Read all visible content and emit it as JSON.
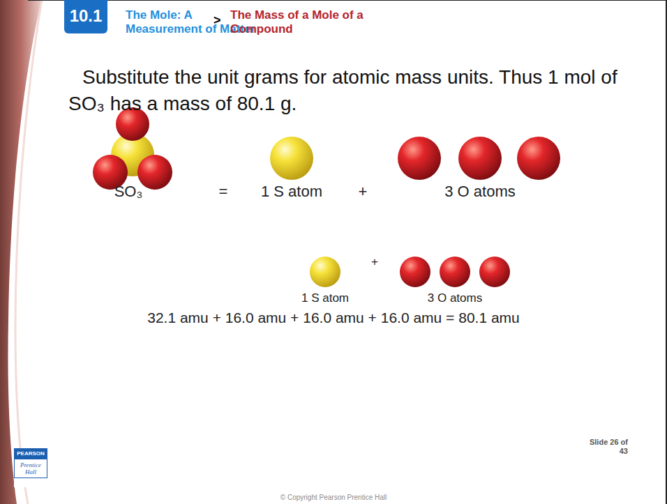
{
  "diagram": {
    "title": "The Mole: A Measurement of Matter",
    "nodes": [
      {
        "text": [
          "10.1"
        ]
      },
      {
        "text": [
          "PEARSON",
          "Prentice Hall"
        ]
      }
    ],
    "labels": [
      ">",
      "The Mass of a Mole of a Compound",
      "Substitute the unit grams for atomic mass units. Thus 1 mol of SO₃ has a mass of 80.1 g.",
      "SO₃",
      "=",
      "1 S atom",
      "+",
      "3 O atoms",
      "+",
      "1 S atom",
      "3 O atoms",
      "32.1 amu + 16.0 amu + 16.0 amu + 16.0 amu = 80.1 amu",
      "Slide 26 of 43",
      "© Copyright Pearson Prentice Hall"
    ]
  }
}
